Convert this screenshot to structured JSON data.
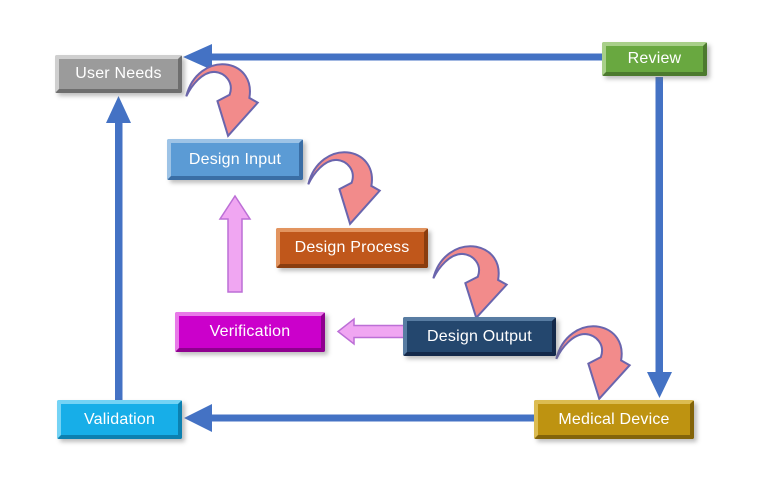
{
  "page": {
    "background": "#FFFFFF"
  },
  "nodes": {
    "user_needs": {
      "label": "User Needs",
      "fill": "#9B9B9B",
      "bevel_light": "#CFCFCF",
      "bevel_dark": "#6E6E6E"
    },
    "review": {
      "label": "Review",
      "fill": "#69A840",
      "bevel_light": "#A8CF89",
      "bevel_dark": "#4C7A2E"
    },
    "design_input": {
      "label": "Design Input",
      "fill": "#5B9BD5",
      "bevel_light": "#9DC3E6",
      "bevel_dark": "#3A6EA5"
    },
    "design_process": {
      "label": "Design Process",
      "fill": "#C0571B",
      "bevel_light": "#E2945F",
      "bevel_dark": "#8A3D0F"
    },
    "verification": {
      "label": "Verification",
      "fill": "#CB00CB",
      "bevel_light": "#E879E8",
      "bevel_dark": "#8F008F"
    },
    "design_output": {
      "label": "Design Output",
      "fill": "#24476E",
      "bevel_light": "#587CA2",
      "bevel_dark": "#14294A"
    },
    "medical_device": {
      "label": "Medical Device",
      "fill": "#BE9311",
      "bevel_light": "#DCBC52",
      "bevel_dark": "#83640A"
    },
    "validation": {
      "label": "Validation",
      "fill": "#17AEE8",
      "bevel_light": "#74D3F5",
      "bevel_dark": "#0C80B0"
    }
  },
  "arrow_colors": {
    "straight_blue": "#4472C4",
    "curved_fill": "#F28B8B",
    "curved_stroke": "#6A65AD",
    "violet_fill": "#F0A6F2",
    "violet_stroke": "#BC6FD6"
  },
  "connections": [
    {
      "from": "review",
      "to": "user_needs",
      "style": "straight-blue"
    },
    {
      "from": "review",
      "to": "medical_device",
      "style": "straight-blue"
    },
    {
      "from": "medical_device",
      "to": "validation",
      "style": "straight-blue"
    },
    {
      "from": "validation",
      "to": "user_needs",
      "style": "straight-blue"
    },
    {
      "from": "user_needs",
      "to": "design_input",
      "style": "curved-red"
    },
    {
      "from": "design_input",
      "to": "design_process",
      "style": "curved-red"
    },
    {
      "from": "design_process",
      "to": "design_output",
      "style": "curved-red"
    },
    {
      "from": "design_output",
      "to": "medical_device",
      "style": "curved-red"
    },
    {
      "from": "design_output",
      "to": "verification",
      "style": "violet"
    },
    {
      "from": "verification",
      "to": "design_input",
      "style": "violet"
    }
  ]
}
